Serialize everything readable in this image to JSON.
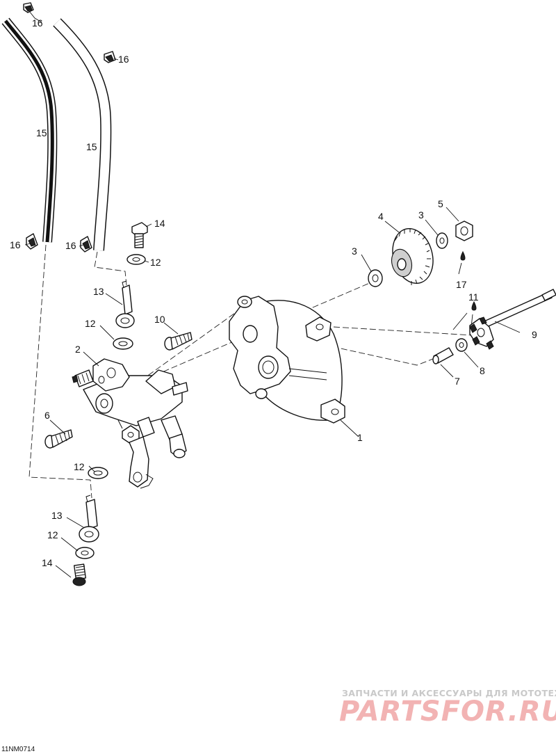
{
  "diagram": {
    "drawing_code": "11NM0714",
    "callouts": {
      "c1": "1",
      "c2": "2",
      "c3a": "3",
      "c3b": "3",
      "c4": "4",
      "c5": "5",
      "c6": "6",
      "c7": "7",
      "c8": "8",
      "c9": "9",
      "c10": "10",
      "c11": "11",
      "c12a": "12",
      "c12b": "12",
      "c12c": "12",
      "c12d": "12",
      "c13a": "13",
      "c13b": "13",
      "c14a": "14",
      "c14b": "14",
      "c15a": "15",
      "c15b": "15",
      "c16a": "16",
      "c16b": "16",
      "c16c": "16",
      "c16d": "16",
      "c17": "17"
    }
  },
  "watermark": {
    "tagline": "ЗАПЧАСТИ И АКСЕССУАРЫ ДЛЯ МОТОТЕХНИКИ",
    "brand": "PARTSFOR.RU"
  }
}
